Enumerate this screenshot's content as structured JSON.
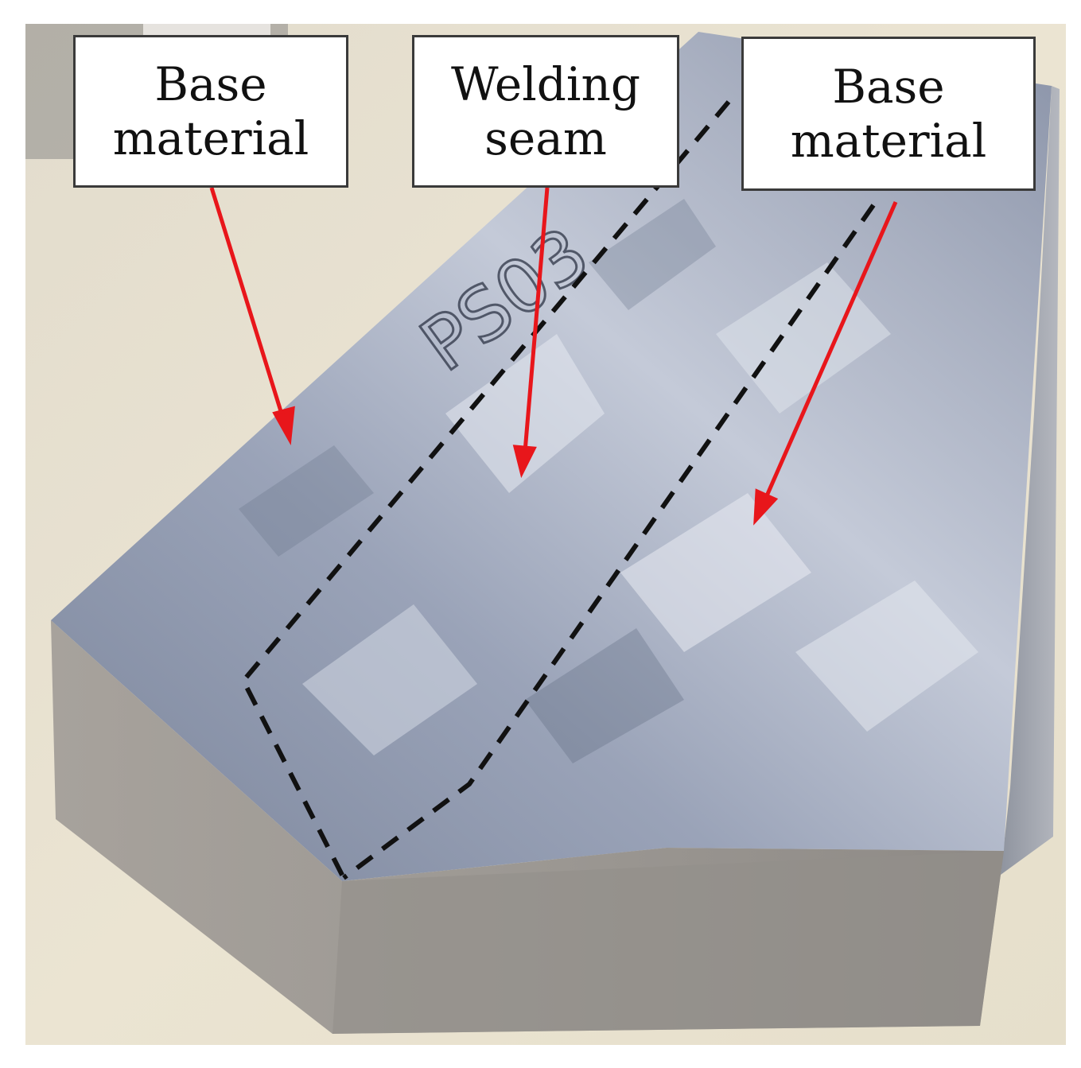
{
  "labels": [
    {
      "line1": "Base",
      "line2": "material"
    },
    {
      "line1": "Welding",
      "line2": "seam"
    },
    {
      "line1": "Base",
      "line2": "material"
    }
  ],
  "specimen_marking": "PS03",
  "colors": {
    "arrow": "#e8161b",
    "seam_line": "#111111",
    "table": "#e9e2cf",
    "metal_top": "#8d97ae",
    "metal_front": "#9a9590"
  }
}
